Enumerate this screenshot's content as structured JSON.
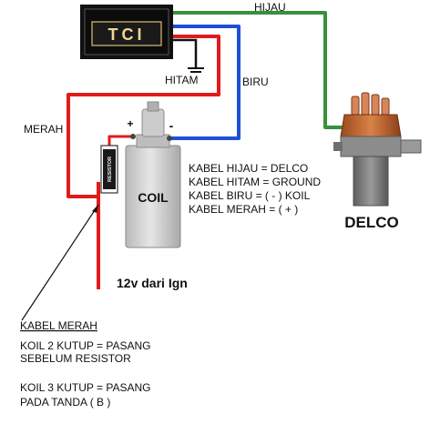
{
  "tci": {
    "label": "TCI"
  },
  "wire_labels": {
    "green": "HIJAU",
    "black": "HITAM",
    "blue": "BIRU",
    "red": "MERAH"
  },
  "coil": {
    "label": "COIL",
    "plus": "+",
    "minus": "-"
  },
  "resistor": {
    "label": "RESISTOR"
  },
  "power": {
    "label": "12v dari Ign"
  },
  "distributor": {
    "label": "DELCO"
  },
  "legend": [
    "KABEL HIJAU = DELCO",
    "KABEL HITAM = GROUND",
    "KABEL BIRU = ( - ) KOIL",
    "KABEL MERAH = ( + )"
  ],
  "note": {
    "title": "KABEL MERAH",
    "line1": "KOIL 2 KUTUP = PASANG",
    "line2": "SEBELUM RESISTOR",
    "line3": "KOIL 3 KUTUP = PASANG",
    "line4": "PADA TANDA ( B )"
  },
  "colors": {
    "green": "#3a8f3a",
    "red": "#e11b1b",
    "blue": "#1f4fd6",
    "black": "#111111",
    "tci_text": "#f0d890",
    "coil_body": "#d8d8d8",
    "delco_cap": "#c4662e",
    "delco_body": "#7d7d7d"
  }
}
